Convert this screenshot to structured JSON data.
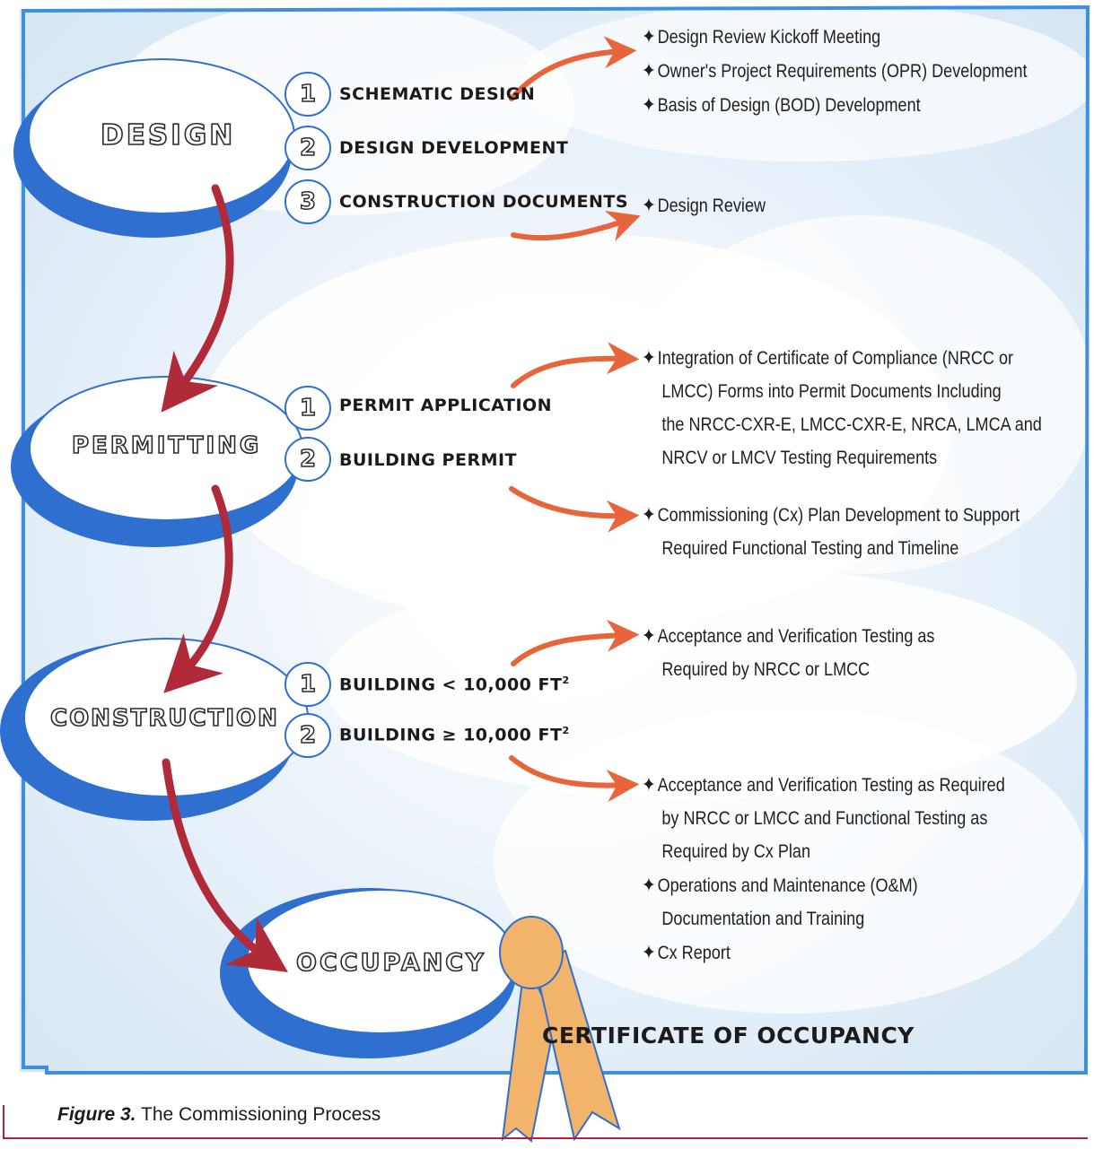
{
  "phases": {
    "design": "DESIGN",
    "permitting": "PERMITTING",
    "construction": "CONSTRUCTION",
    "occupancy": "OCCUPANCY"
  },
  "design_steps": [
    {
      "num": "1",
      "label": "SCHEMATIC DESIGN"
    },
    {
      "num": "2",
      "label": "DESIGN DEVELOPMENT"
    },
    {
      "num": "3",
      "label": "CONSTRUCTION DOCUMENTS"
    }
  ],
  "permitting_steps": [
    {
      "num": "1",
      "label": "PERMIT APPLICATION"
    },
    {
      "num": "2",
      "label": "BUILDING PERMIT"
    }
  ],
  "construction_steps": [
    {
      "num": "1",
      "label": "BUILDING < 10,000 FT",
      "sup": "2"
    },
    {
      "num": "2",
      "label": "BUILDING ≥ 10,000 FT",
      "sup": "2"
    }
  ],
  "tasks": {
    "schematic": [
      "Design Review Kickoff Meeting",
      "Owner's Project Requirements (OPR) Development",
      "Basis of Design (BOD) Development"
    ],
    "construction_docs": [
      "Design Review"
    ],
    "permit_application": {
      "first": "Integration of Certificate of Compliance (NRCC or",
      "lines": [
        "LMCC) Forms into Permit Documents Including",
        "the NRCC-CXR-E, LMCC-CXR-E, NRCA, LMCA and",
        "NRCV or LMCV Testing Requirements"
      ]
    },
    "building_permit": {
      "first": "Commissioning (Cx) Plan Development to Support",
      "lines": [
        "Required Functional Testing and Timeline"
      ]
    },
    "small_building": {
      "first": "Acceptance and Verification Testing as",
      "lines": [
        "Required by NRCC or LMCC"
      ]
    },
    "large_building": [
      {
        "first": "Acceptance and Verification Testing as Required",
        "lines": [
          "by NRCC or LMCC and Functional Testing as",
          "Required by Cx Plan"
        ]
      },
      {
        "first": "Operations and Maintenance (O&M)",
        "lines": [
          "Documentation and Training"
        ]
      },
      {
        "first": "Cx Report",
        "lines": []
      }
    ]
  },
  "certificate": "CERTIFICATE OF OCCUPANCY",
  "caption": {
    "figure": "Figure 3.",
    "title": " The Commissioning Process"
  },
  "colors": {
    "frame": "#3d8fe0",
    "ellipse_blue": "#2f6fd0",
    "arrow_red": "#b02a3a",
    "arrow_orange": "#e8643a",
    "ribbon_orange": "#f2b36b",
    "caption_rule": "#b0203a",
    "sky": "#d9e8f5"
  },
  "icons": {
    "bullet": "four-pointed-star"
  }
}
